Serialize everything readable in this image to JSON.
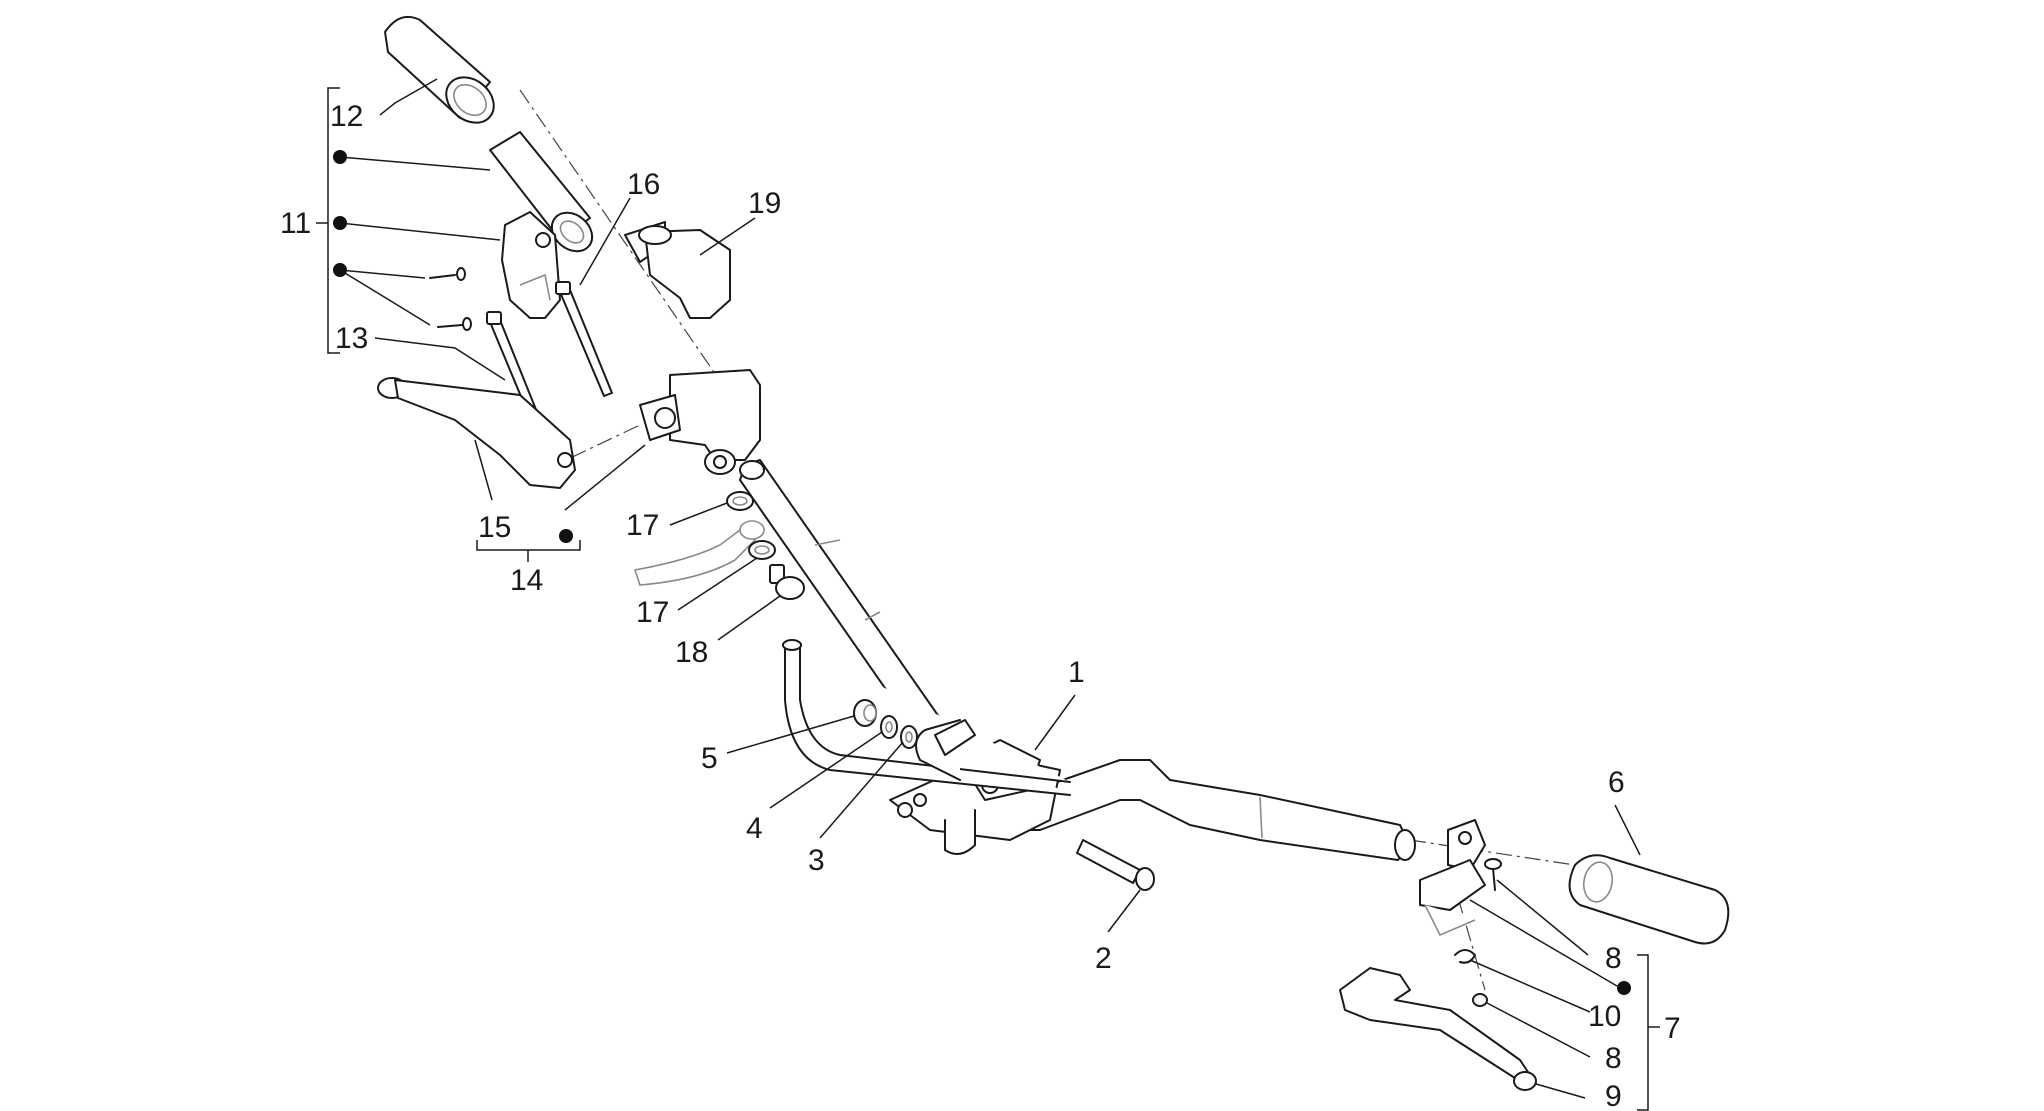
{
  "callouts": {
    "c1": "1",
    "c2": "2",
    "c3": "3",
    "c4": "4",
    "c5": "5",
    "c6": "6",
    "c7": "7",
    "c8a": "8",
    "c8b": "8",
    "c9": "9",
    "c10": "10",
    "c11": "11",
    "c12": "12",
    "c13": "13",
    "c14": "14",
    "c15": "15",
    "c16": "16",
    "c17a": "17",
    "c17b": "17",
    "c18": "18",
    "c19": "19"
  }
}
